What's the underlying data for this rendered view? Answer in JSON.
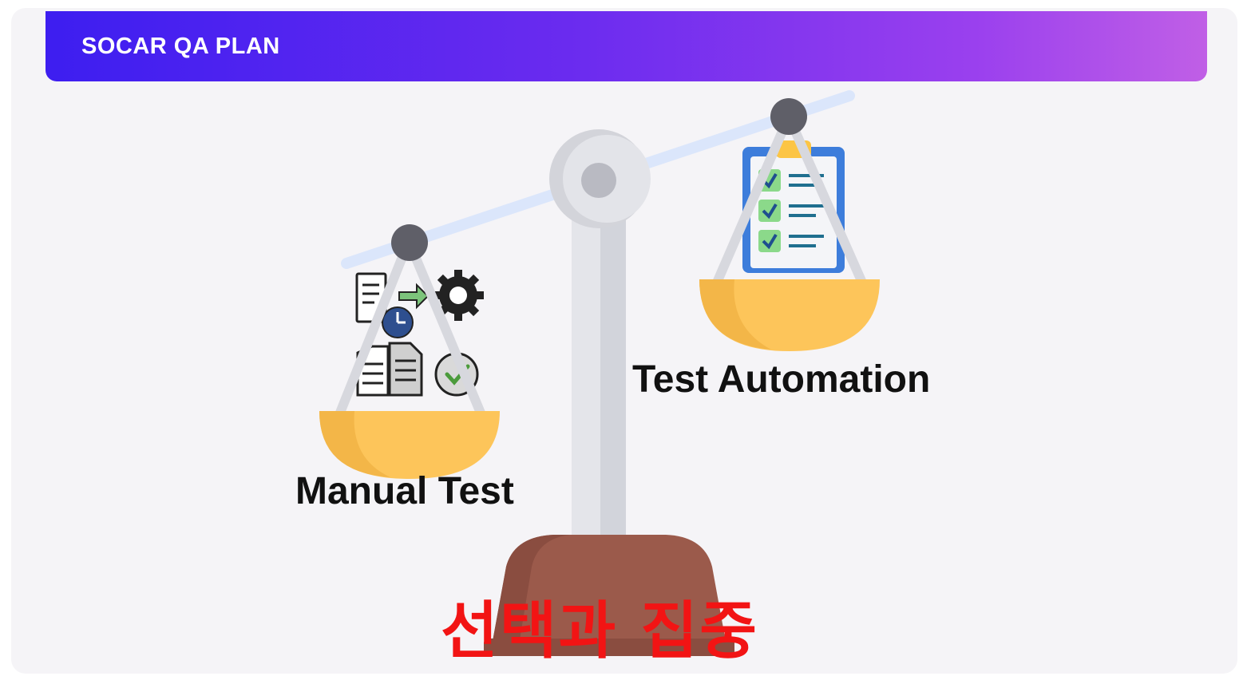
{
  "header": {
    "title": "SOCAR QA PLAN"
  },
  "scale": {
    "left_label": "Manual Test",
    "right_label": "Test Automation"
  },
  "caption": "선택과 집중",
  "icons": {
    "left_pan": [
      "document-icon",
      "arrow-right-icon",
      "gear-icon",
      "clock-icon",
      "documents-icon",
      "check-circle-icon"
    ],
    "right_pan": [
      "clipboard-checklist-icon"
    ]
  },
  "colors": {
    "header_gradient_start": "#3d1ef0",
    "header_gradient_end": "#c05fe6",
    "pan": "#fdc55a",
    "base": "#9b5a4b",
    "caption": "#f21414"
  }
}
